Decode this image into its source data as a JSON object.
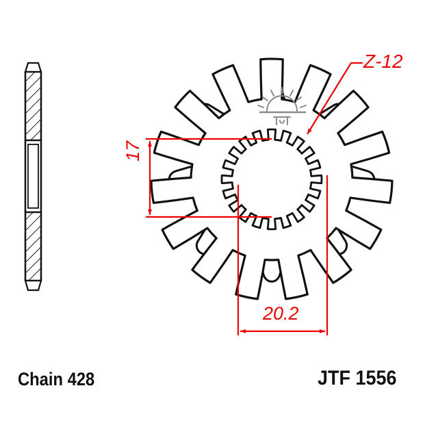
{
  "drawing": {
    "title_block": {
      "chain_label": "Chain 428",
      "part_number_label": "JTF 1556"
    },
    "annotations": {
      "teeth_callout": "Z-12",
      "bore_width": "20.2",
      "bore_height": "17"
    },
    "colors": {
      "outline": "#111111",
      "dimension_red": "#ee0000",
      "watermark_gray": "#8a8a8a",
      "background": "#ffffff"
    },
    "views": {
      "side_section": {
        "name": "side-section-view",
        "hatching": "45-degree-section-hatch"
      },
      "front": {
        "name": "front-view",
        "outer_teeth_count": 15,
        "inner_spline_count": 20,
        "watermark": "sunrise-logo"
      }
    }
  }
}
